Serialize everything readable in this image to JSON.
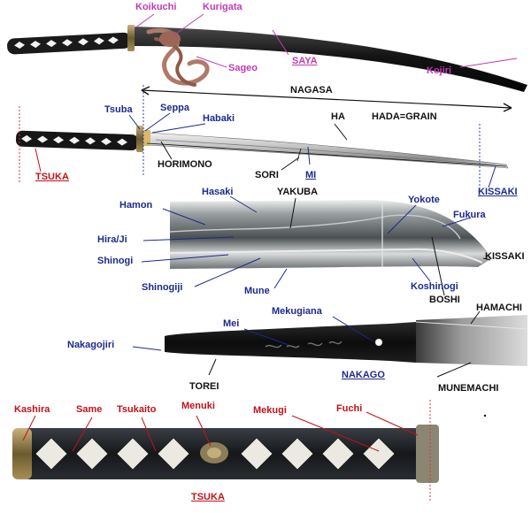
{
  "colors": {
    "magenta": "#c03bb4",
    "blue": "#1b2a8c",
    "red": "#c0121a",
    "black": "#111111",
    "guide_red": "#d9343a",
    "guide_blue": "#2f3fb0"
  },
  "diagram": {
    "saya_section": {
      "koikuchi": "Koikuchi",
      "kurigata": "Kurigata",
      "sageo": "Sageo",
      "saya": "SAYA",
      "kojiri": "Kojiri"
    },
    "blade_section": {
      "nagasa": "NAGASA",
      "tsuba": "Tsuba",
      "seppa": "Seppa",
      "habaki": "Habaki",
      "ha": "HA",
      "hada": "HADA=GRAIN",
      "horimono": "HORIMONO",
      "sori": "SORI",
      "mi": "MI",
      "tsuka": "TSUKA",
      "kissaki": "KISSAKI"
    },
    "tip_section": {
      "hasaki": "Hasaki",
      "yakuba": "YAKUBA",
      "yokote": "Yokote",
      "fukura": "Fukura",
      "hamon": "Hamon",
      "hira_ji": "Hira/Ji",
      "shinogi": "Shinogi",
      "kissaki": "KISSAKI",
      "shinogiji": "Shinogiji",
      "mune": "Mune",
      "koshinogi": "Koshinogi",
      "boshi": "BOSHI"
    },
    "tang_section": {
      "mekugiana": "Mekugiana",
      "mei": "Mei",
      "hamachi": "HAMACHI",
      "nakagojiri": "Nakagojiri",
      "nakago": "NAKAGO",
      "torei": "TOREI",
      "munemachi": "MUNEMACHI"
    },
    "handle_section": {
      "kashira": "Kashira",
      "same": "Same",
      "tsukaito": "Tsukaito",
      "menuki": "Menuki",
      "mekugi": "Mekugi",
      "fuchi": "Fuchi",
      "tsuka": "TSUKA"
    }
  }
}
